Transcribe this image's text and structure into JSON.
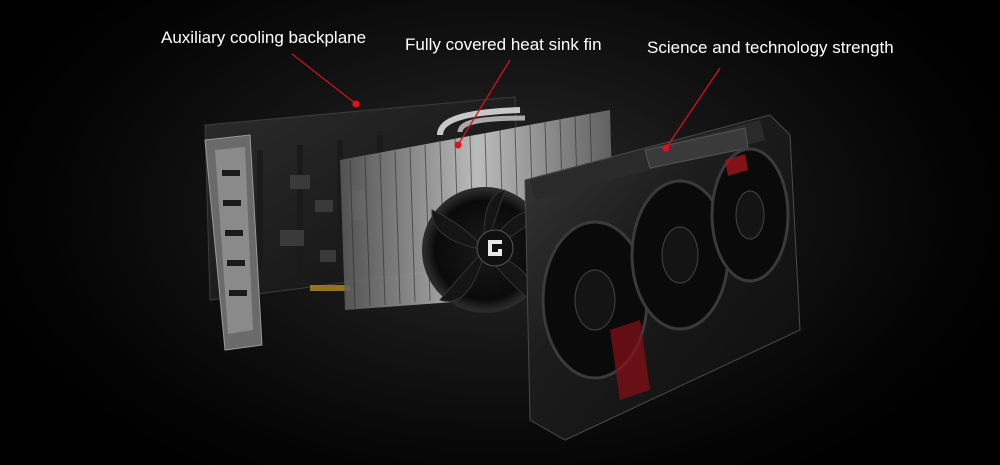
{
  "callouts": [
    {
      "label": "Auxiliary cooling backplane"
    },
    {
      "label": "Fully covered heat sink fin"
    },
    {
      "label": "Science and technology strength"
    }
  ],
  "colors": {
    "background": "#000000",
    "callout_line": "#d0101e",
    "callout_dot": "#e01020",
    "text": "#ffffff"
  },
  "icons": {
    "brand": "colorful-logo-icon"
  }
}
